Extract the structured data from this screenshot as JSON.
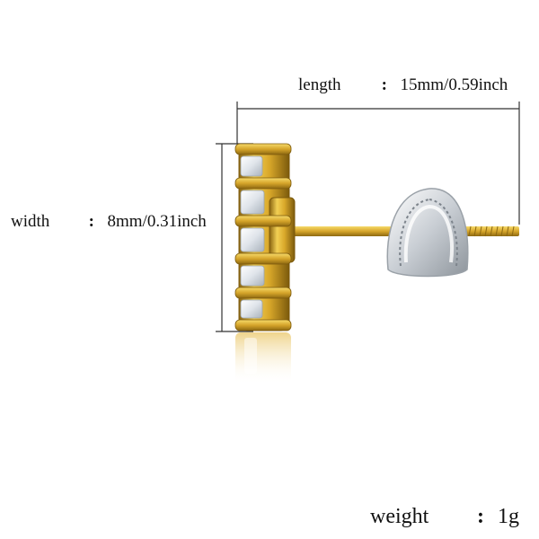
{
  "specs": {
    "length": {
      "label": "length",
      "value": "15mm/0.59inch"
    },
    "width": {
      "label": "width",
      "value": "8mm/0.31inch"
    },
    "weight": {
      "label": "weight",
      "value": "1g"
    },
    "separator": ":"
  },
  "product": {
    "gold_color": "#e2b52a",
    "gold_dark": "#a8801a",
    "silver_color": "#d9dde2",
    "stone_color": "#f4f6f8"
  }
}
